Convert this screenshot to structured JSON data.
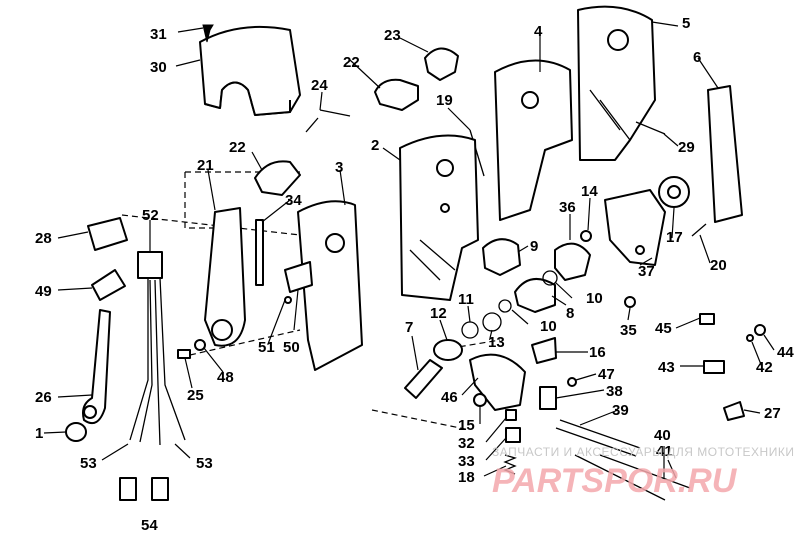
{
  "diagram": {
    "callouts": [
      "31",
      "30",
      "24",
      "22",
      "23",
      "19",
      "2",
      "3",
      "4",
      "5",
      "6",
      "29",
      "21",
      "22",
      "34",
      "28",
      "52",
      "49",
      "26",
      "1",
      "53",
      "53",
      "54",
      "25",
      "48",
      "51",
      "50",
      "9",
      "36",
      "14",
      "37",
      "20",
      "17",
      "8",
      "10",
      "10",
      "11",
      "12",
      "13",
      "7",
      "46",
      "35",
      "45",
      "44",
      "42",
      "43",
      "16",
      "47",
      "38",
      "39",
      "15",
      "32",
      "33",
      "18",
      "40",
      "41",
      "27"
    ],
    "watermark_top": "ЗАПЧАСТИ И АКСЕССУАРЫ ДЛЯ МОТОТЕХНИКИ",
    "watermark_brand": "PARTSPOR.RU"
  }
}
